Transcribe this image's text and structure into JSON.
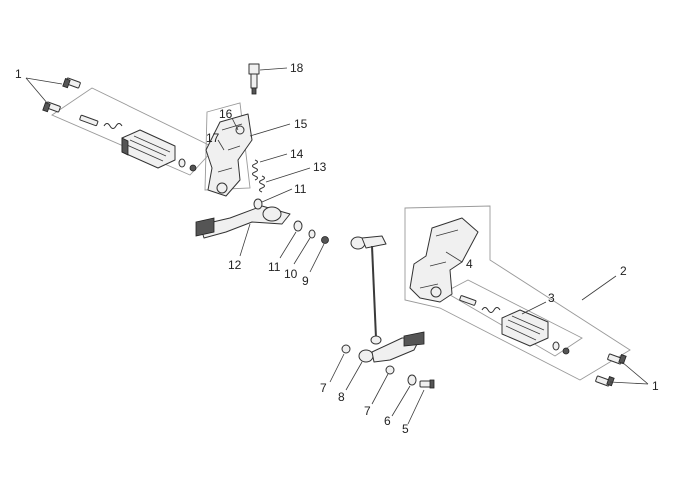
{
  "labels": {
    "c1": "1",
    "c2": "2",
    "c3": "3",
    "c4": "4",
    "c5": "5",
    "c6": "6",
    "c7a": "7",
    "c7b": "7",
    "c8": "8",
    "c9": "9",
    "c10": "10",
    "c11a": "11",
    "c11b": "11",
    "c12": "12",
    "c13": "13",
    "c14": "14",
    "c15": "15",
    "c16": "16",
    "c17": "17",
    "c18": "18",
    "c1b": "1"
  },
  "colors": {
    "line": "#3a3a3a",
    "box": "#9a9a9a",
    "part": "#f0f0f0",
    "text": "#222222"
  }
}
